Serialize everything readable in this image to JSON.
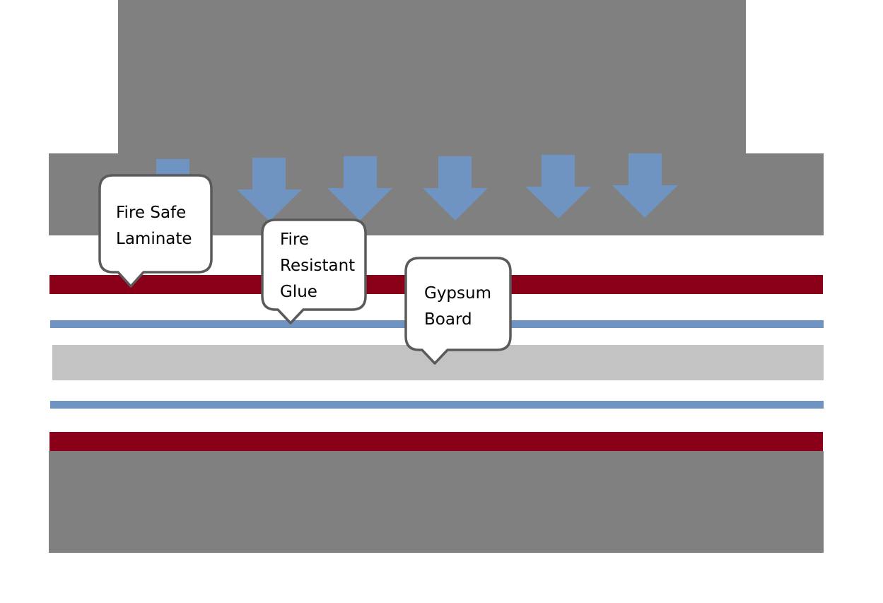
{
  "colors": {
    "press": "#808080",
    "laminate": "#8b0019",
    "glue": "#7094c1",
    "gypsum": "#c3c3c3",
    "arrow": "#7094c1",
    "callout_border": "#5a5a5a",
    "callout_fill": "#ffffff"
  },
  "labels": {
    "laminate": "Fire Safe\nLaminate",
    "glue": "Fire\nResistant\nGlue",
    "gypsum": "Gypsum\nBoard"
  }
}
